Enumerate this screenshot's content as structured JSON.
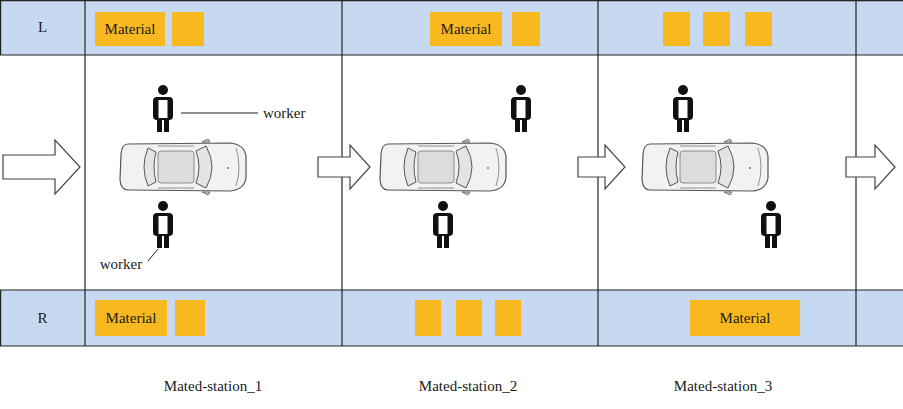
{
  "diagram": {
    "nodes": [
      {
        "text": [
          "L"
        ]
      },
      {
        "text": [
          "Material"
        ]
      },
      {
        "text": [
          "Material"
        ]
      },
      {
        "text": [
          "R"
        ]
      },
      {
        "text": [
          "Material"
        ]
      },
      {
        "text": [
          "Material"
        ]
      }
    ],
    "labels": [
      "worker",
      "worker",
      "Mated-station_1",
      "Mated-station_2",
      "Mated-station_3"
    ]
  }
}
